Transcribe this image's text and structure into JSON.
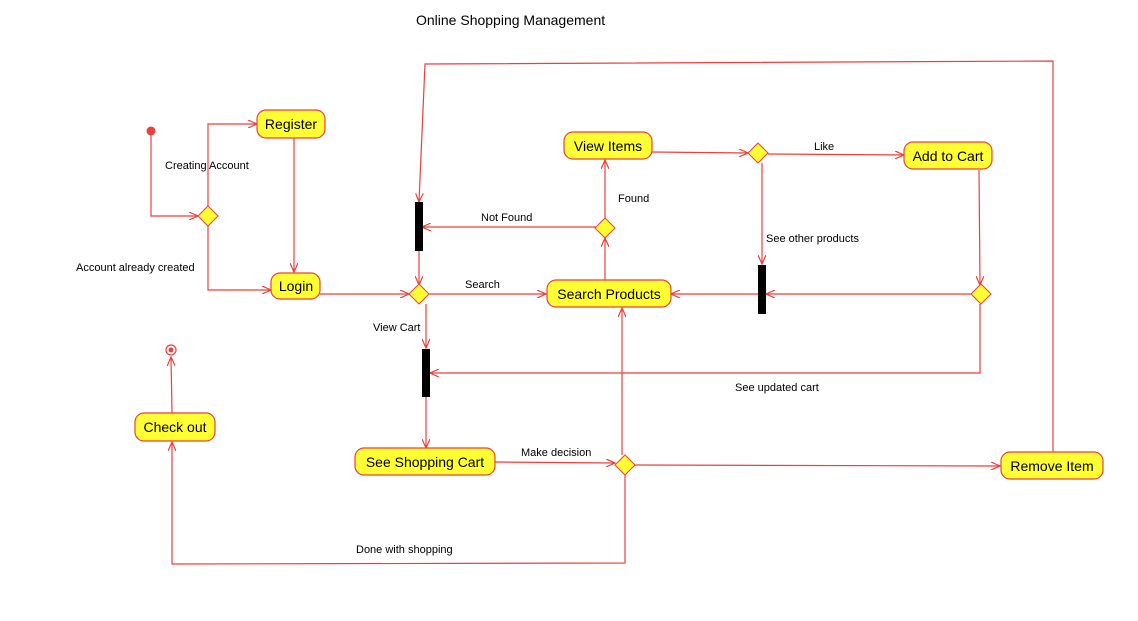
{
  "title": "Online Shopping Management",
  "nodes": {
    "register": "Register",
    "login": "Login",
    "view_items": "View Items",
    "add_to_cart": "Add to Cart",
    "search_products": "Search Products",
    "see_shopping_cart": "See Shopping Cart",
    "remove_item": "Remove Item",
    "check_out": "Check out"
  },
  "edge_labels": {
    "creating_account": "Creating Account",
    "account_already_created": "Account already created",
    "not_found": "Not Found",
    "found": "Found",
    "like": "Like",
    "see_other_products": "See other products",
    "search": "Search",
    "view_cart": "View Cart",
    "see_updated_cart": "See updated cart",
    "make_decision": "Make decision",
    "done_with_shopping": "Done with shopping"
  },
  "colors": {
    "node_fill": "#ffff33",
    "edge": "#e8413f",
    "bar": "#000000"
  }
}
